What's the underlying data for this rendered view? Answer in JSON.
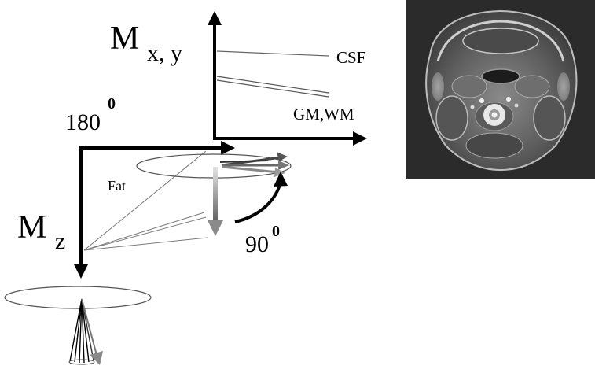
{
  "labels": {
    "mxy_main": "M",
    "mxy_sub": "x, y",
    "csf": "CSF",
    "gm_wm": "GM,WM",
    "angle_180": "180",
    "angle_180_sup": "0",
    "fat": "Fat",
    "mz_main": "M",
    "mz_sub": "z",
    "angle_90": "90",
    "angle_90_sup": "0"
  },
  "colors": {
    "axis": "#000000",
    "faint_line": "#7a7a7a",
    "gradient_dark": "#606060",
    "gradient_light": "#e6e6e6",
    "mri_background": "#2b2b2b"
  }
}
